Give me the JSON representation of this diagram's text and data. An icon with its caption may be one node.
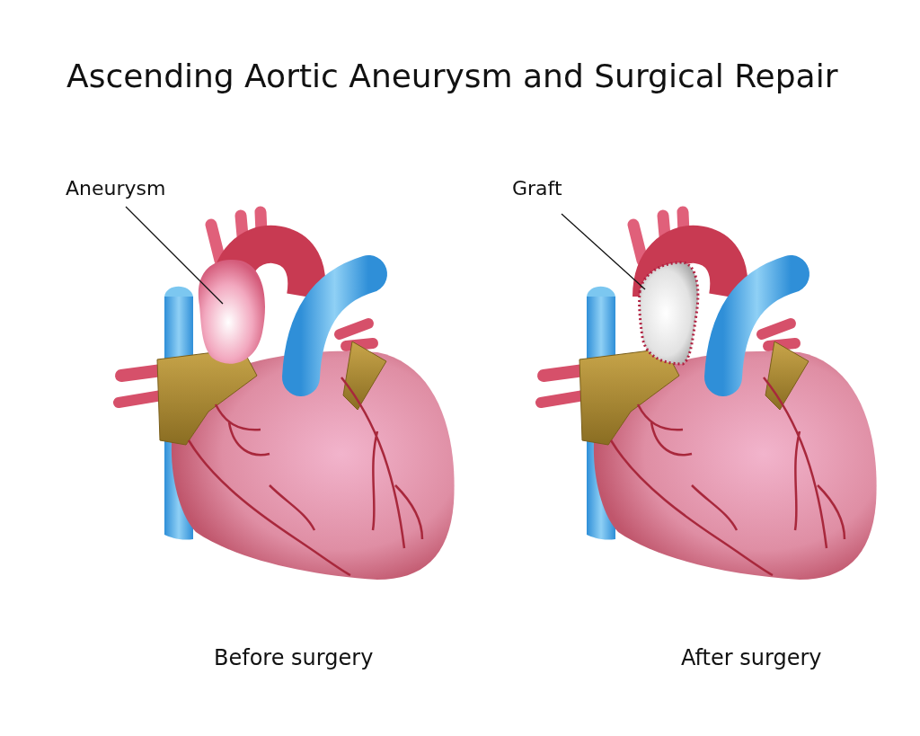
{
  "diagram": {
    "title": "Ascending Aortic Aneurysm and Surgical Repair",
    "nodes": [
      {
        "text": [
          "Aneurysm"
        ]
      },
      {
        "text": [],
        "shape": "picture"
      },
      {
        "text": [
          "Graft"
        ]
      },
      {
        "text": [],
        "shape": "picture"
      }
    ],
    "edges": [
      {
        "from": 0,
        "to": 1,
        "arrow": "none"
      },
      {
        "from": 2,
        "to": 3,
        "arrow": "none"
      }
    ],
    "labels": [
      "Before surgery",
      "After surgery"
    ]
  }
}
